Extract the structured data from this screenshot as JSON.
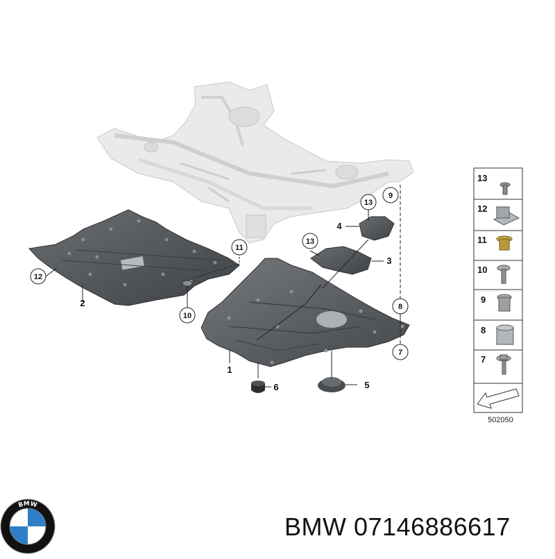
{
  "callouts": {
    "c13": "13",
    "c9": "9",
    "c4": "4",
    "c11": "11",
    "c3": "3",
    "c12": "12",
    "c2": "2",
    "c10": "10",
    "c8": "8",
    "c7": "7",
    "c1": "1",
    "c6": "6",
    "c5": "5"
  },
  "legend": {
    "items": [
      "13",
      "12",
      "11",
      "10",
      "9",
      "8",
      "7"
    ],
    "diagram_code": "502050"
  },
  "logo": {
    "letters": "BMW",
    "colors": {
      "blue": "#2f7fc8",
      "ring": "#111111",
      "white": "#ffffff"
    }
  },
  "caption": "BMW 07146886617",
  "colors": {
    "shield_dark": "#4a4d50",
    "shield_mid": "#5d6064",
    "subframe": "#e6e6e6"
  }
}
